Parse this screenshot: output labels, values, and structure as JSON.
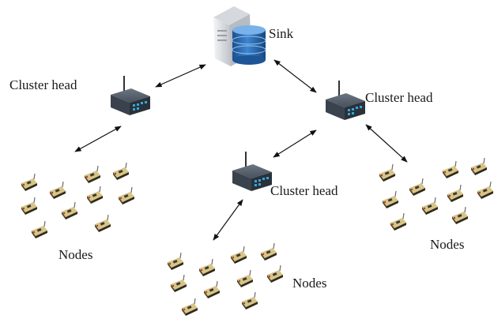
{
  "labels": {
    "sink": "Sink",
    "cluster_head_left": "Cluster head",
    "cluster_head_right": "Cluster head",
    "cluster_head_middle": "Cluster head",
    "nodes_left": "Nodes",
    "nodes_middle": "Nodes",
    "nodes_right": "Nodes"
  },
  "colors": {
    "router_body": "#3d4650",
    "router_front": "#2a3138",
    "router_leds": "#33a6e0",
    "database": "#2d6fb5",
    "server_body": "#e2e4e7",
    "arrow": "#111111",
    "node_board": "#5a5030",
    "node_chip": "#c9b36a"
  },
  "icons": {
    "sink": "server-database-icon",
    "cluster_head": "wireless-router-icon",
    "node": "sensor-node-icon"
  }
}
